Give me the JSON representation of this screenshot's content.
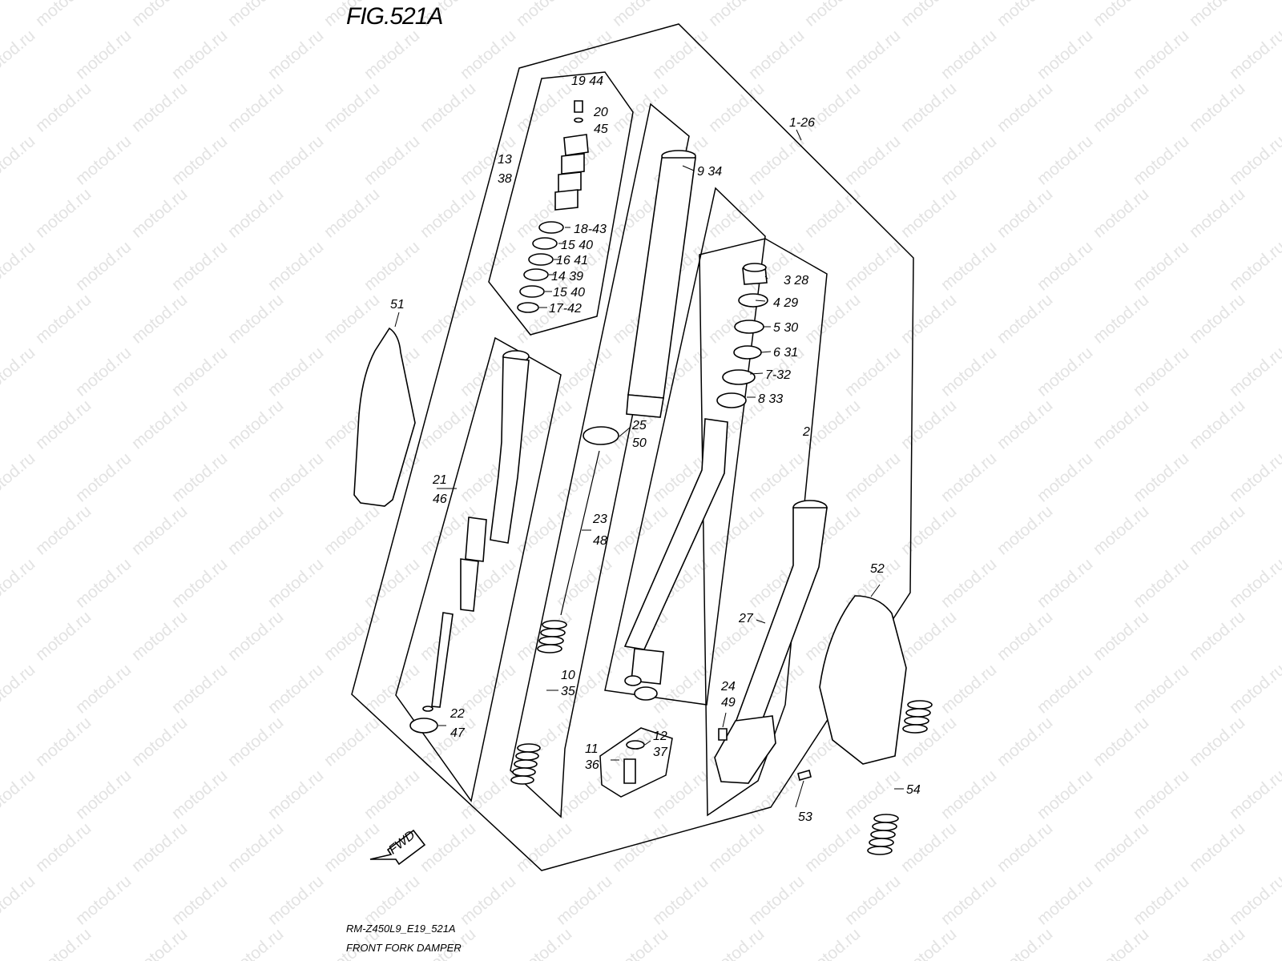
{
  "figure_title": "FIG.521A",
  "watermark": "motod.ru",
  "model_code": "RM-Z450L9_E19_521A",
  "diagram_title": "FRONT FORK DAMPER",
  "fwd_label": "FWD",
  "callouts": {
    "c1_26": "1-26",
    "c2": "2",
    "c3_28": "3 28",
    "c4_29": "4 29",
    "c5_30": "5 30",
    "c6_31": "6 31",
    "c7_32": "7-32",
    "c8_33": "8 33",
    "c9_34": "9 34",
    "c10": "10",
    "c35": "35",
    "c11": "11",
    "c36": "36",
    "c12": "12",
    "c37": "37",
    "c13": "13",
    "c38": "38",
    "c14_39": "14 39",
    "c15_40a": "15 40",
    "c15_40b": "15 40",
    "c16_41": "16 41",
    "c17_42": "17-42",
    "c18_43": "18-43",
    "c19_44": "19 44",
    "c20": "20",
    "c45": "45",
    "c21": "21",
    "c46": "46",
    "c22": "22",
    "c47": "47",
    "c23": "23",
    "c48": "48",
    "c24": "24",
    "c49": "49",
    "c25": "25",
    "c50": "50",
    "c27": "27",
    "c51": "51",
    "c52": "52",
    "c53": "53",
    "c54": "54"
  }
}
